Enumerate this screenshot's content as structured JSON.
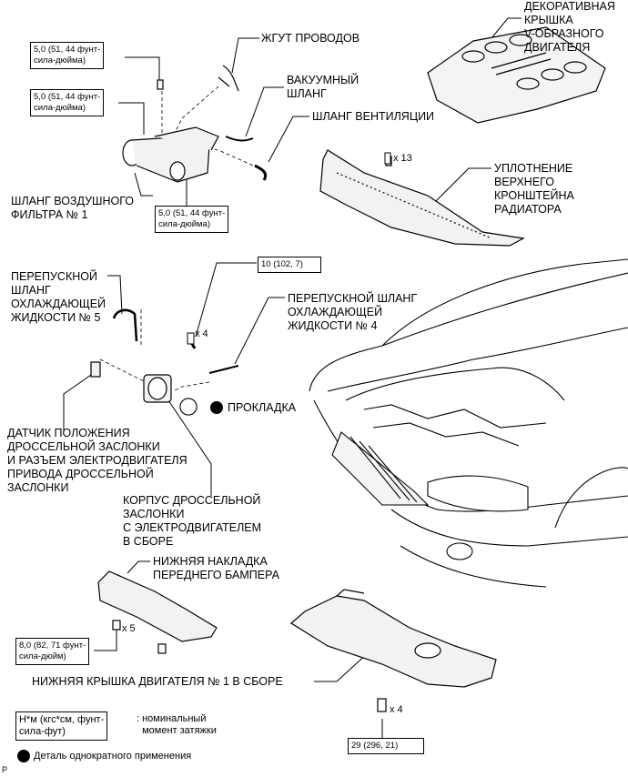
{
  "labels": {
    "wiring_harness": "ЖГУТ ПРОВОДОВ",
    "vacuum_hose": "ВАКУУМНЫЙ\nШЛАНГ",
    "ventilation_hose": "ШЛАНГ ВЕНТИЛЯЦИИ",
    "v_bank_cover": "ДЕКОРАТИВНАЯ\nКРЫШКА\nV-ОБРАЗНОГО\nДВИГАТЕЛЯ",
    "air_hose": "ШЛАНГ ВОЗДУШНОГО\nФИЛЬТРА № 1",
    "radiator_seal": "УПЛОТНЕНИЕ\nВЕРХНЕГО\nКРОНШТЕЙНА\nРАДИАТОРА",
    "bypass_hose_5": "ПЕРЕПУСКНОЙ\nШЛАНГ\nОХЛАЖДАЮЩЕЙ\nЖИДКОСТИ № 5",
    "bypass_hose_4": "ПЕРЕПУСКНОЙ ШЛАНГ\nОХЛАЖДАЮЩЕЙ\nЖИДКОСТИ № 4",
    "gasket": "ПРОКЛАДКА",
    "throttle_sensor": "ДАТЧИК ПОЛОЖЕНИЯ\nДРОССЕЛЬНОЙ ЗАСЛОНКИ\nИ РАЗЪЕМ ЭЛЕКТРОДВИГАТЕЛЯ\nПРИВОДА ДРОССЕЛЬНОЙ\nЗАСЛОНКИ",
    "throttle_body": "КОРПУС ДРОССЕЛЬНОЙ\nЗАСЛОНКИ\nС ЭЛЕКТРОДВИГАТЕЛЕМ\nВ СБОРЕ",
    "bumper_cover": "НИЖНЯЯ НАКЛАДКА\nПЕРЕДНЕГО БАМПЕРА",
    "engine_under_cover": "НИЖНЯЯ КРЫШКА ДВИГАТЕЛЯ № 1 В СБОРЕ"
  },
  "torques": {
    "t1": "5,0 (51, 44 фунт-\nсила-дюйма)",
    "t2": "5,0 (51, 44 фунт-\nсила-дюйма)",
    "t3": "5,0 (51, 44 фунт-\nсила-дюйма)",
    "t4": "10 (102, 7)",
    "t5": "8,0 (82, 71 фунт-\nсила-дюйм)",
    "t6": "29 (296, 21)"
  },
  "quantities": {
    "q13": "x 13",
    "q4a": "x 4",
    "q5": "x 5",
    "q4b": "x 4"
  },
  "legend": {
    "unit_box": "Н*м (кгс*см, фунт-\nсила-фут)",
    "unit_desc": ": номинальный\n  момент затяжки",
    "non_reusable": "Деталь однократного применения"
  },
  "corner_mark": "P"
}
